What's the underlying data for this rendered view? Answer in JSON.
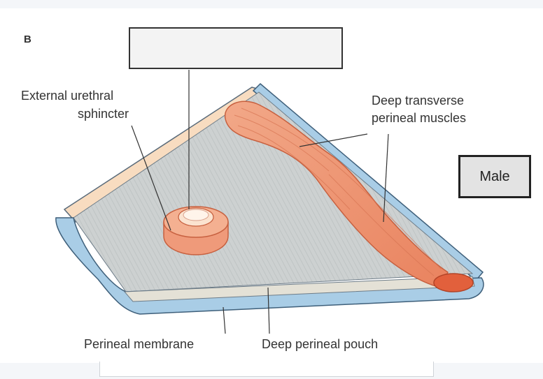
{
  "panel_letter": "B",
  "labels": {
    "external_urethral_sphincter_line1": "External urethral",
    "external_urethral_sphincter_line2": "sphincter",
    "deep_transverse_line1": "Deep transverse",
    "deep_transverse_line2": "perineal muscles",
    "perineal_membrane": "Perineal membrane",
    "deep_perineal_pouch": "Deep perineal pouch"
  },
  "blank_label_box": "",
  "sex_label": "Male",
  "colors": {
    "membrane_fill": "#cfd2d2",
    "membrane_edge": "#9fc3e0",
    "muscle": "#ef9a7a",
    "muscle_dark": "#d9603f",
    "skin_edge": "#f8dcc0"
  }
}
